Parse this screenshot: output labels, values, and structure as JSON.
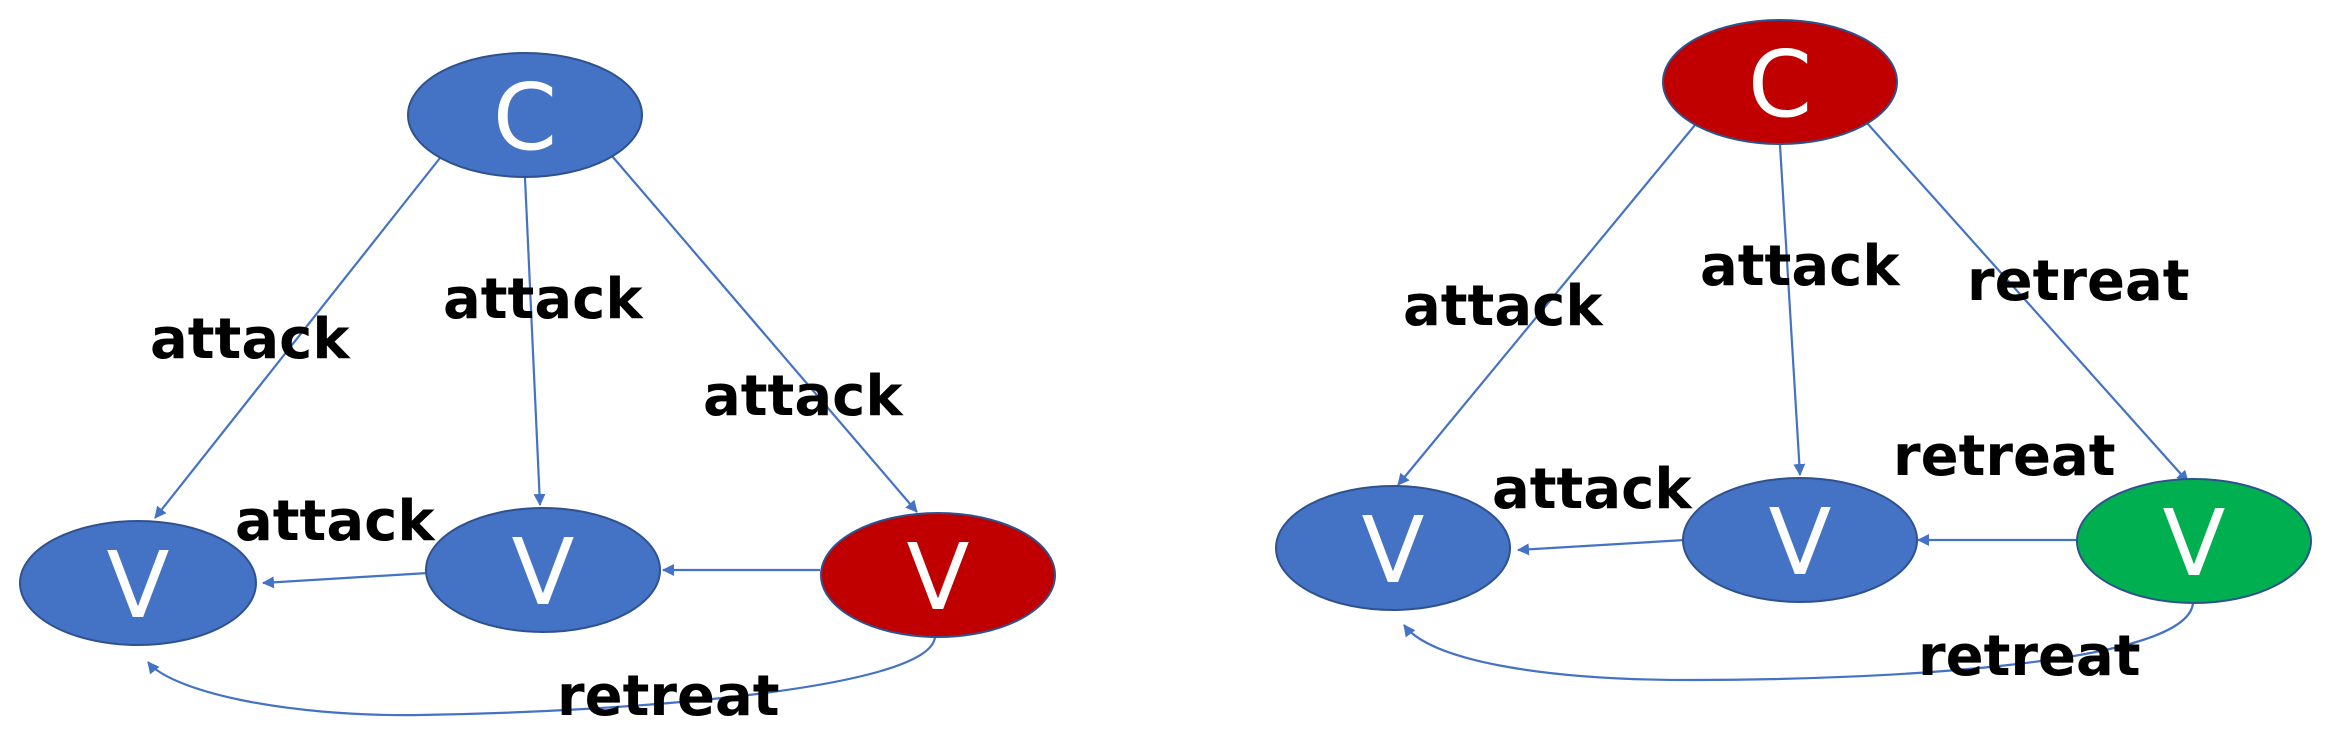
{
  "colors": {
    "blue": "#4472C4",
    "red": "#C00000",
    "green": "#00B050",
    "edge": "#4472C4",
    "label": "#000000",
    "node_text": "#FFFFFF"
  },
  "diagrams": [
    {
      "name": "left",
      "nodes": [
        {
          "id": "C",
          "label": "C",
          "color": "blue"
        },
        {
          "id": "V1",
          "label": "V",
          "color": "blue"
        },
        {
          "id": "V2",
          "label": "V",
          "color": "blue"
        },
        {
          "id": "V3",
          "label": "V",
          "color": "red"
        }
      ],
      "edges": [
        {
          "from": "C",
          "to": "V1",
          "label": "attack"
        },
        {
          "from": "C",
          "to": "V2",
          "label": "attack"
        },
        {
          "from": "C",
          "to": "V3",
          "label": "attack"
        },
        {
          "from": "V2",
          "to": "V1",
          "label": "attack"
        },
        {
          "from": "V3",
          "to": "V2",
          "label": ""
        },
        {
          "from": "V3",
          "to": "V1",
          "label": "retreat"
        }
      ]
    },
    {
      "name": "right",
      "nodes": [
        {
          "id": "C",
          "label": "C",
          "color": "red"
        },
        {
          "id": "V1",
          "label": "V",
          "color": "blue"
        },
        {
          "id": "V2",
          "label": "V",
          "color": "blue"
        },
        {
          "id": "V3",
          "label": "V",
          "color": "green"
        }
      ],
      "edges": [
        {
          "from": "C",
          "to": "V1",
          "label": "attack"
        },
        {
          "from": "C",
          "to": "V2",
          "label": "attack"
        },
        {
          "from": "C",
          "to": "V3",
          "label": "retreat"
        },
        {
          "from": "V2",
          "to": "V1",
          "label": "attack"
        },
        {
          "from": "V3",
          "to": "V2",
          "label": "retreat"
        },
        {
          "from": "V3",
          "to": "V1",
          "label": "retreat"
        }
      ]
    }
  ]
}
